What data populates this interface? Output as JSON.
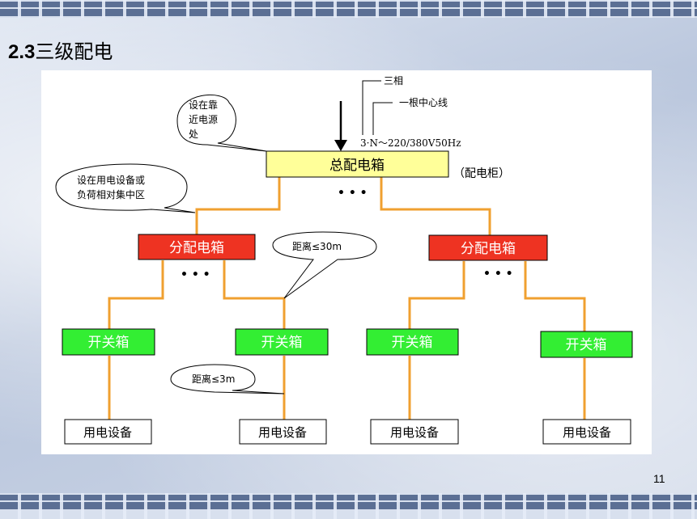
{
  "slide": {
    "title_number": "2.3",
    "title_text": "三级配电",
    "page_number": "11"
  },
  "diagram": {
    "main_box": "总配电箱",
    "main_note": "（配电柜）",
    "callout_main": [
      "设在靠",
      "近电源",
      "处"
    ],
    "callout_load": [
      "设在用电设备或",
      "负荷相对集中区"
    ],
    "callout_30m": "距离≤30m",
    "callout_3m": "距离≤3m",
    "annot_three_phase": "三相",
    "annot_neutral": "一根中心线",
    "annot_voltage": "3·N～220/380V50Hz",
    "dots": "• • •",
    "dist_boxes": [
      "分配电箱",
      "分配电箱"
    ],
    "switch_boxes": [
      "开关箱",
      "开关箱",
      "开关箱",
      "开关箱"
    ],
    "equip_boxes": [
      "用电设备",
      "用电设备",
      "用电设备",
      "用电设备"
    ],
    "colors": {
      "main_box": "#ffff99",
      "dist_box": "#ee3322",
      "switch_box": "#33ee33",
      "equip_box": "#ffffff",
      "wire": "#f0a030"
    }
  }
}
